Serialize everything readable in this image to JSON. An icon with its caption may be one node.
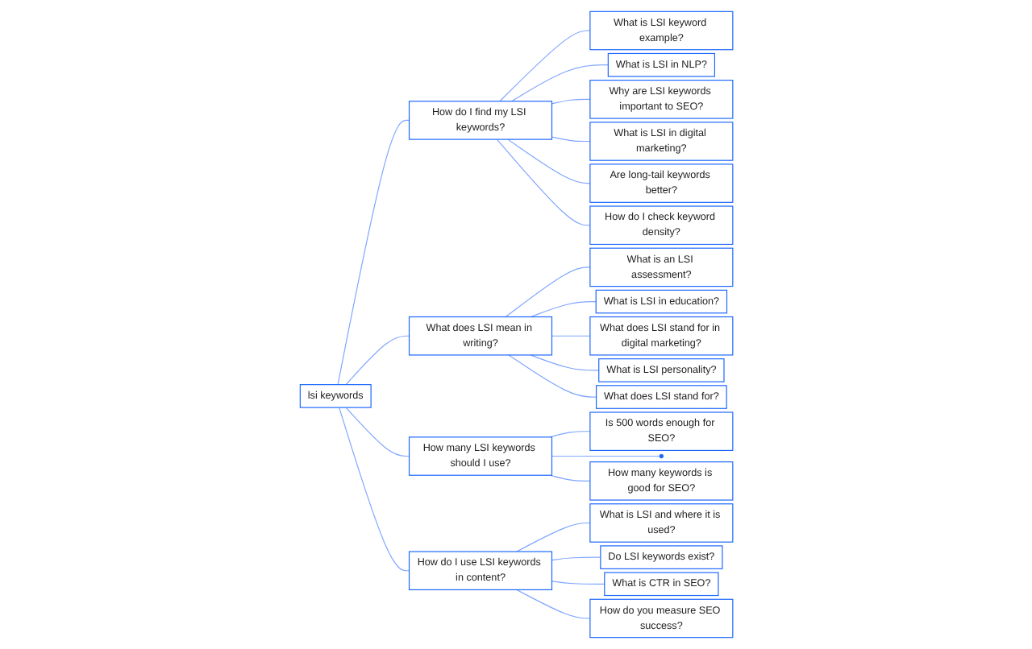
{
  "diagram": {
    "nodes": [
      {
        "text": [
          "lsi keywords"
        ]
      },
      {
        "text": [
          "How do I find my LSI keywords?"
        ]
      },
      {
        "text": [
          "What is LSI keyword example?"
        ]
      },
      {
        "text": [
          "What is LSI in NLP?"
        ]
      },
      {
        "text": [
          "Why are LSI keywords important to SEO?"
        ]
      },
      {
        "text": [
          "What is LSI in digital marketing?"
        ]
      },
      {
        "text": [
          "Are long-tail keywords better?"
        ]
      },
      {
        "text": [
          "How do I check keyword density?"
        ]
      },
      {
        "text": [
          "What does LSI mean in writing?"
        ]
      },
      {
        "text": [
          "What is an LSI assessment?"
        ]
      },
      {
        "text": [
          "What is LSI in education?"
        ]
      },
      {
        "text": [
          "What does LSI stand for in digital marketing?"
        ]
      },
      {
        "text": [
          "What is LSI personality?"
        ]
      },
      {
        "text": [
          "What does LSI stand for?"
        ]
      },
      {
        "text": [
          "How many LSI keywords should I use?"
        ]
      },
      {
        "text": [
          "Is 500 words enough for SEO?"
        ]
      },
      {
        "text": [],
        "shape": "circle"
      },
      {
        "text": [
          "How many keywords is good for SEO?"
        ]
      },
      {
        "text": [
          "How do I use LSI keywords in content?"
        ]
      },
      {
        "text": [
          "What is LSI and where it is used?"
        ]
      },
      {
        "text": [
          "Do LSI keywords exist?"
        ]
      },
      {
        "text": [
          "What is CTR in SEO?"
        ]
      },
      {
        "text": [
          "How do you measure SEO success?"
        ]
      }
    ],
    "edges": [
      {
        "from": 0,
        "to": 1,
        "arrow": "none"
      },
      {
        "from": 0,
        "to": 8,
        "arrow": "none"
      },
      {
        "from": 0,
        "to": 14,
        "arrow": "none"
      },
      {
        "from": 0,
        "to": 18,
        "arrow": "none"
      },
      {
        "from": 1,
        "to": 2,
        "arrow": "none"
      },
      {
        "from": 1,
        "to": 3,
        "arrow": "none"
      },
      {
        "from": 1,
        "to": 4,
        "arrow": "none"
      },
      {
        "from": 1,
        "to": 5,
        "arrow": "none"
      },
      {
        "from": 1,
        "to": 6,
        "arrow": "none"
      },
      {
        "from": 1,
        "to": 7,
        "arrow": "none"
      },
      {
        "from": 8,
        "to": 9,
        "arrow": "none"
      },
      {
        "from": 8,
        "to": 10,
        "arrow": "none"
      },
      {
        "from": 8,
        "to": 11,
        "arrow": "none"
      },
      {
        "from": 8,
        "to": 12,
        "arrow": "none"
      },
      {
        "from": 8,
        "to": 13,
        "arrow": "none"
      },
      {
        "from": 14,
        "to": 15,
        "arrow": "none"
      },
      {
        "from": 14,
        "to": 16,
        "arrow": "none"
      },
      {
        "from": 14,
        "to": 17,
        "arrow": "none"
      },
      {
        "from": 18,
        "to": 19,
        "arrow": "none"
      },
      {
        "from": 18,
        "to": 20,
        "arrow": "none"
      },
      {
        "from": 18,
        "to": 21,
        "arrow": "none"
      },
      {
        "from": 18,
        "to": 22,
        "arrow": "none"
      }
    ]
  }
}
